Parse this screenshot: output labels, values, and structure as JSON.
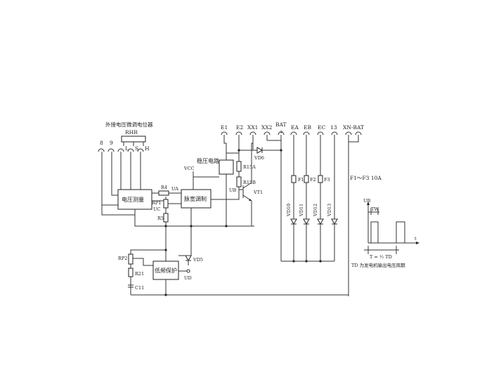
{
  "title": "外接电压微调电位器",
  "rhr": "RHR",
  "ext_terminals": [
    "8",
    "9",
    "L",
    "S",
    "H"
  ],
  "top_terminals": [
    "E1",
    "E2",
    "XX1",
    "XX2",
    "BAT",
    "EA",
    "EB",
    "EC",
    "13",
    "XN-BAT"
  ],
  "bat_plus": "+",
  "blocks": {
    "voltage_measure": "电压测量",
    "pwm": "脉宽调制",
    "regulator": "稳压电路",
    "low_freq": "低频保护"
  },
  "labels": {
    "vcc": "VCC",
    "r4": "R4",
    "ua": "UA",
    "rp1": "RP1",
    "uc": "UC",
    "r5": "R5",
    "r15a": "R15A",
    "r15b": "R15B",
    "ub": "UB",
    "vt1": "VT1",
    "vd6": "VD6",
    "vd5": "VD5",
    "ud": "UD",
    "rp2": "RP2",
    "r21": "R21",
    "c11": "C11",
    "f1": "F1",
    "f2": "F2",
    "f3": "F3",
    "fuse_note": "F1～F3 10A",
    "vd10": "VD10",
    "vd11": "VD11",
    "vd12": "VD12",
    "vd13": "VD13"
  },
  "waveform": {
    "ub": "UB",
    "tw": "TW",
    "t": "t",
    "period": "T = ½ TD",
    "caption": "TD 为发电机输出电压周期"
  }
}
